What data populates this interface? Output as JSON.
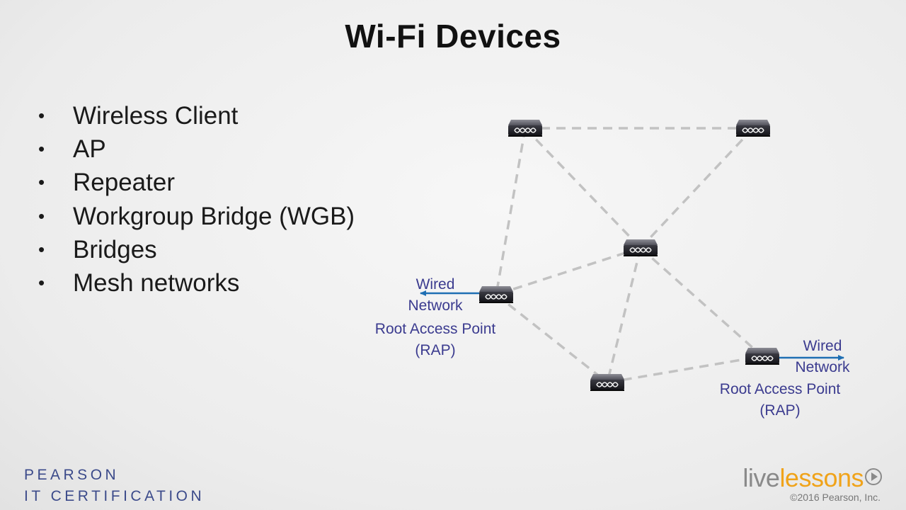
{
  "slide": {
    "title": "Wi-Fi Devices"
  },
  "bullets": [
    "Wireless Client",
    "AP",
    "Repeater",
    "Workgroup Bridge (WGB)",
    "Bridges",
    "Mesh networks"
  ],
  "diagram": {
    "left_wired": [
      "Wired",
      "Network"
    ],
    "left_rap": [
      "Root Access Point",
      "(RAP)"
    ],
    "right_wired": [
      "Wired",
      "Network"
    ],
    "right_rap": [
      "Root Access Point",
      "(RAP)"
    ],
    "link_color": "#c2c2c2",
    "arrow_color": "#1f6fb3",
    "label_color": "#3b3b8f"
  },
  "footer": {
    "pearson_line1": "PEARSON",
    "pearson_line2": "IT CERTIFICATION",
    "brand_live": "live",
    "brand_lessons": "lessons",
    "copyright": "©2016 Pearson, Inc."
  }
}
